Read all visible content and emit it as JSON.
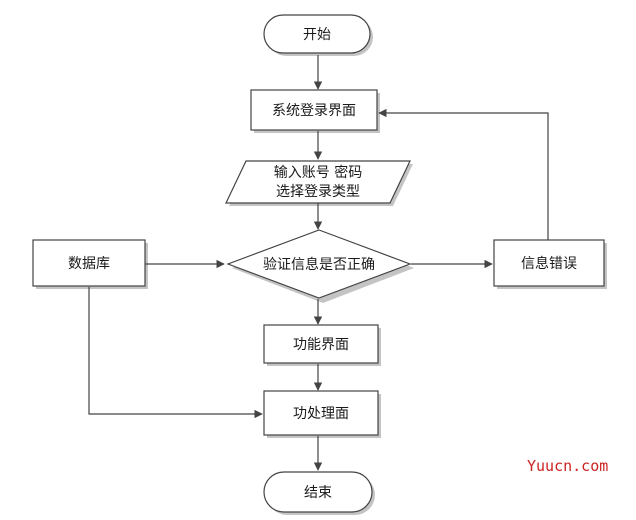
{
  "nodes": {
    "start": "开始",
    "login": "系统登录界面",
    "input_line1": "输入账号 密码",
    "input_line2": "选择登录类型",
    "verify": "验证信息是否正确",
    "database": "数据库",
    "error": "信息错误",
    "function": "功能界面",
    "process": "功处理面",
    "end": "结束"
  },
  "watermark": "Yuucn.com",
  "colors": {
    "box_fill": "#ffffff",
    "stroke": "#444444",
    "shadow": "#c4c4c4",
    "watermark": "#cc2222"
  }
}
